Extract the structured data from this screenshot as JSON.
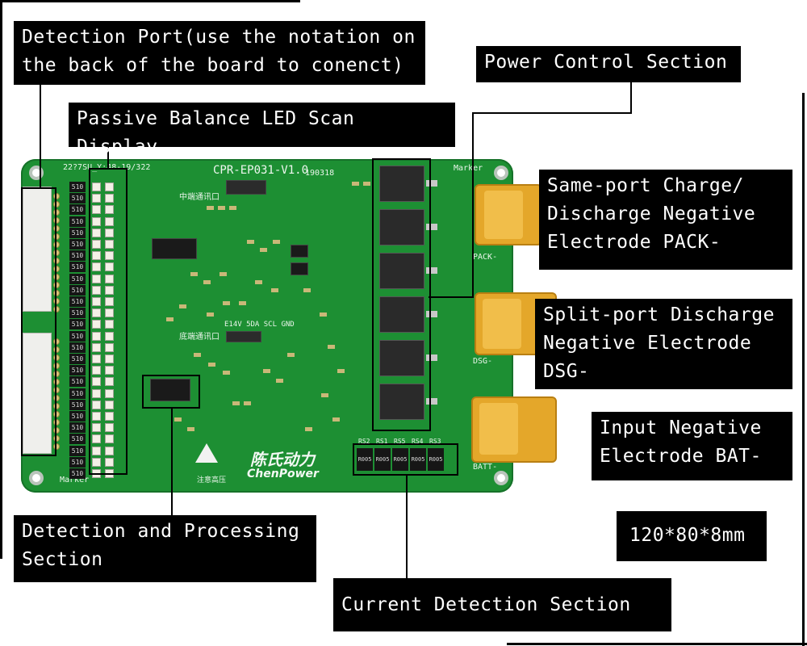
{
  "labels": {
    "detection_port": "Detection Port(use the notation on\nthe back of the board to conenct)",
    "passive_balance": "Passive Balance LED Scan Display",
    "power_control": "Power Control Section",
    "same_port": "Same-port Charge/\nDischarge Negative\nElectrode PACK-",
    "split_port": "Split-port Discharge\nNegative Electrode\nDSG-",
    "input_negative": "Input Negative\nElectrode BAT-",
    "dimensions": "120*80*8mm",
    "detection_processing": "Detection and Processing\nSection",
    "current_detection": "Current Detection Section"
  },
  "board": {
    "model": "CPR-EP031-V1.0",
    "date_code": "190318",
    "batch": "22?7SU_Y:48-19/322",
    "brand_cn": "陈氏动力",
    "brand_en": "ChenPower",
    "warning_cn": "注意高压",
    "marker": "Marker",
    "balance_resistor_label": "510",
    "shunt_label": "R005",
    "shunts": [
      "RS2",
      "RS1",
      "RS5",
      "RS4",
      "RS3"
    ],
    "pad_pack": "PACK-",
    "pad_dsg": "DSG-",
    "pad_batt": "BATT-",
    "comm_top": "中端通讯口",
    "comm_bottom": "底端通讯口",
    "bus_label": "E14V 5DA SCL GND"
  }
}
